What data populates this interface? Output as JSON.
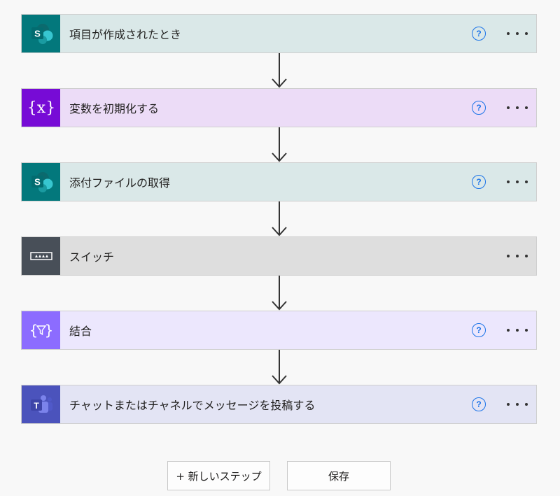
{
  "steps": [
    {
      "title": "項目が作成されたとき",
      "icon": "sharepoint-icon",
      "has_help": true,
      "bg": "#dae8e8",
      "tile": "#03787c"
    },
    {
      "title": "変数を初期化する",
      "icon": "variable-icon",
      "has_help": true,
      "bg": "#ecdcf7",
      "tile": "#770bd6"
    },
    {
      "title": "添付ファイルの取得",
      "icon": "sharepoint-icon",
      "has_help": true,
      "bg": "#dae8e8",
      "tile": "#03787c"
    },
    {
      "title": "スイッチ",
      "icon": "switch-icon",
      "has_help": false,
      "bg": "#dedede",
      "tile": "#484f58"
    },
    {
      "title": "結合",
      "icon": "data-operation-icon",
      "has_help": true,
      "bg": "#ece7fd",
      "tile": "#8c6cff"
    },
    {
      "title": "チャットまたはチャネルでメッセージを投稿する",
      "icon": "teams-icon",
      "has_help": true,
      "bg": "#e3e4f4",
      "tile": "#4b53bc"
    }
  ],
  "help_label": "?",
  "buttons": {
    "new_step": "+ 新しいステップ",
    "save": "保存"
  }
}
